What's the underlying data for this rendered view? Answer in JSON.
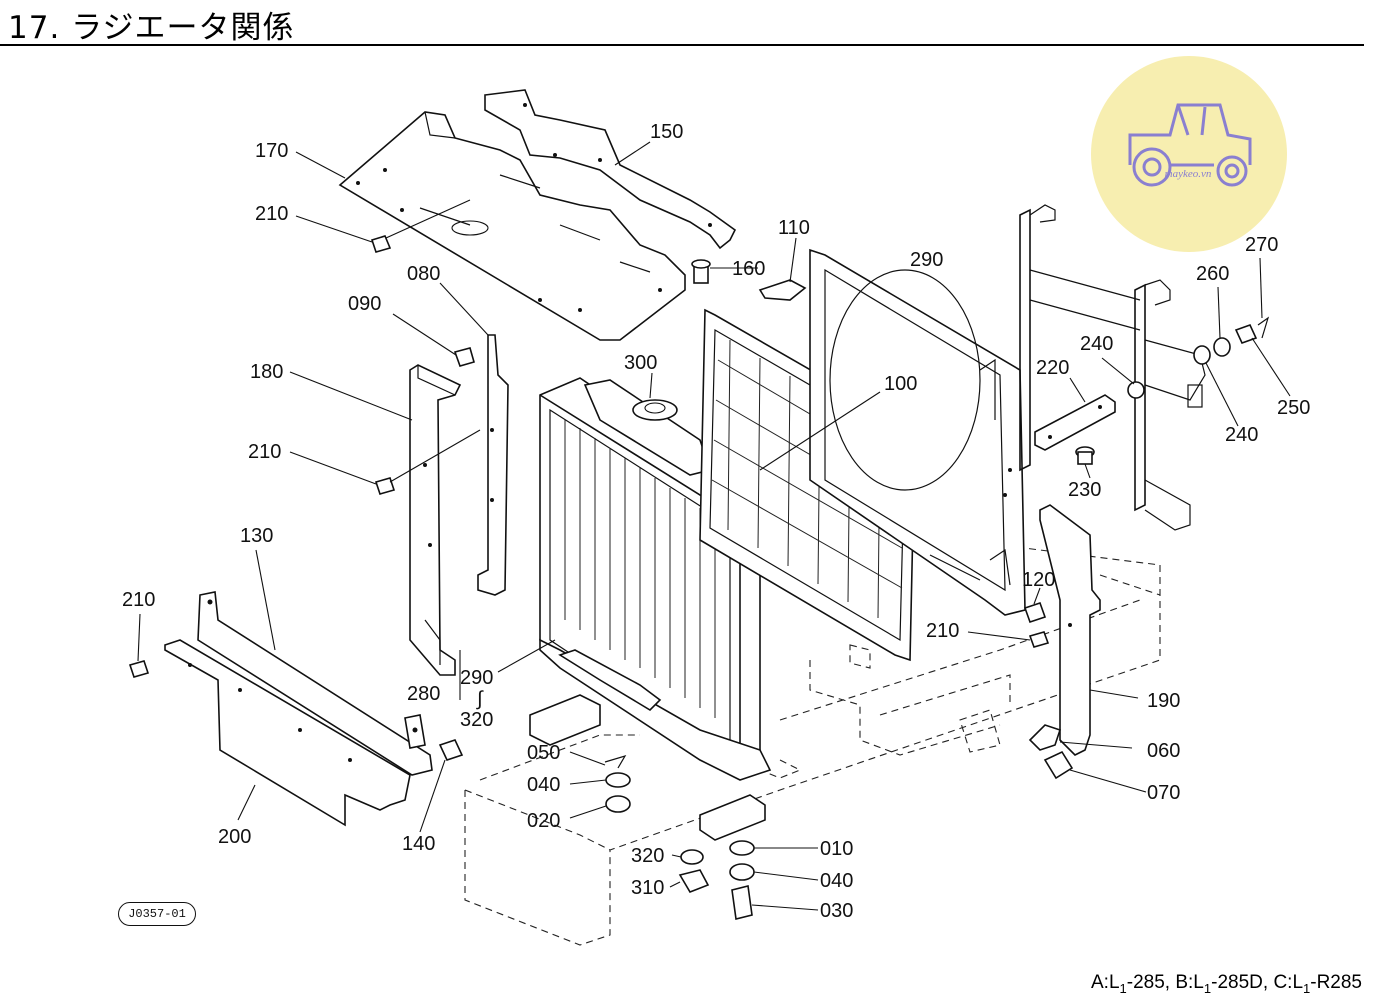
{
  "page": {
    "title": "17. ラジエータ関係",
    "drawing_code": "J0357-01",
    "logo_text": "maykeo.vn",
    "model_codes": {
      "a_prefix": "A:L",
      "a_sub": "1",
      "a_suffix": "-285, ",
      "b_prefix": "B:L",
      "b_sub": "1",
      "b_suffix": "-285D, ",
      "c_prefix": "C:L",
      "c_sub": "1",
      "c_suffix": "-R285"
    }
  },
  "callouts": {
    "c170": "170",
    "c150": "150",
    "c210a": "210",
    "c160": "160",
    "c110": "110",
    "c290a": "290",
    "c270": "270",
    "c080": "080",
    "c090": "090",
    "c260": "260",
    "c180": "180",
    "c300": "300",
    "c240a": "240",
    "c220": "220",
    "c100": "100",
    "c250": "250",
    "c210b": "210",
    "c240b": "240",
    "c230": "230",
    "c130": "130",
    "c120": "120",
    "c210c": "210",
    "c210d": "210",
    "c290b": "290",
    "c280": "280",
    "c290tilde": "∫",
    "c320a": "320",
    "c190": "190",
    "c050": "050",
    "c060": "060",
    "c040a": "040",
    "c070": "070",
    "c020": "020",
    "c200": "200",
    "c140": "140",
    "c320b": "320",
    "c010": "010",
    "c310": "310",
    "c040b": "040",
    "c030": "030"
  },
  "colors": {
    "logo_fill": "#f7eeb0",
    "logo_icon": "#8a7fd0",
    "line": "#111111"
  }
}
